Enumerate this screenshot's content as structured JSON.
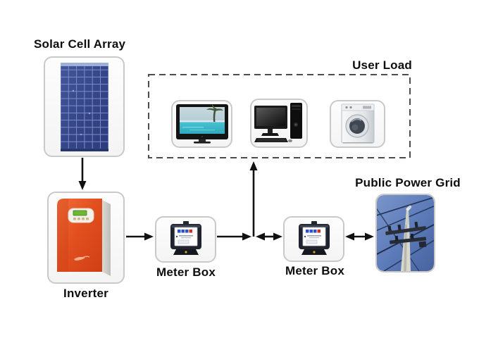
{
  "diagram": {
    "nodes": {
      "solar_array": {
        "label": "Solar Cell Array",
        "icon": "solar-panel-icon"
      },
      "inverter": {
        "label": "Inverter",
        "icon": "inverter-icon"
      },
      "meter_box_1": {
        "label": "Meter Box",
        "icon": "electric-meter-icon"
      },
      "meter_box_2": {
        "label": "Meter Box",
        "icon": "electric-meter-icon"
      },
      "user_load": {
        "label": "User Load",
        "appliances": [
          {
            "icon": "tv-icon"
          },
          {
            "icon": "desktop-computer-icon"
          },
          {
            "icon": "washing-machine-icon"
          }
        ]
      },
      "public_grid": {
        "label": "Public Power Grid",
        "icon": "power-lines-icon"
      }
    },
    "connections": [
      {
        "from": "solar_array",
        "to": "inverter",
        "style": "arrow"
      },
      {
        "from": "inverter",
        "to": "meter_box_1",
        "style": "arrow"
      },
      {
        "from": "meter_box_1",
        "to": "junction",
        "style": "arrow"
      },
      {
        "from": "junction",
        "to": "user_load",
        "style": "arrow"
      },
      {
        "from": "junction",
        "to": "meter_box_2",
        "style": "double-arrow"
      },
      {
        "from": "meter_box_2",
        "to": "public_grid",
        "style": "double-arrow"
      }
    ],
    "colors": {
      "solar_panel_blue": "#3a4a8c",
      "inverter_orange": "#e0491f",
      "meter_dark": "#1f2530",
      "grid_sky_blue": "#5d7fc0",
      "arrow_black": "#111111",
      "box_border_gray": "#c9c9c9",
      "dashed_border_gray": "#4d4d4d"
    }
  }
}
